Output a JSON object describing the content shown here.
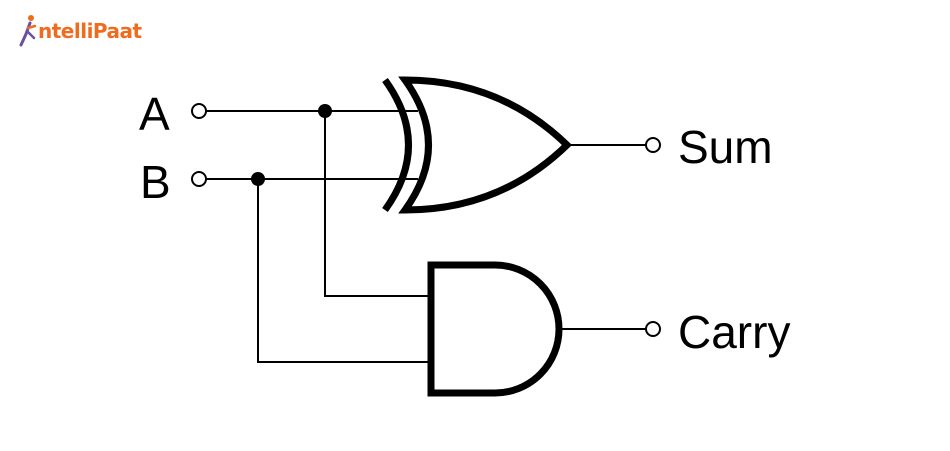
{
  "logo": {
    "text": "ntelliPaat",
    "icon": "running-person-icon",
    "colors": {
      "orange": "#ef6c1f",
      "purple": "#6b4fa3"
    }
  },
  "inputs": {
    "a": "A",
    "b": "B"
  },
  "outputs": {
    "sum": "Sum",
    "carry": "Carry"
  },
  "gates": {
    "xor": "XOR",
    "and": "AND"
  }
}
